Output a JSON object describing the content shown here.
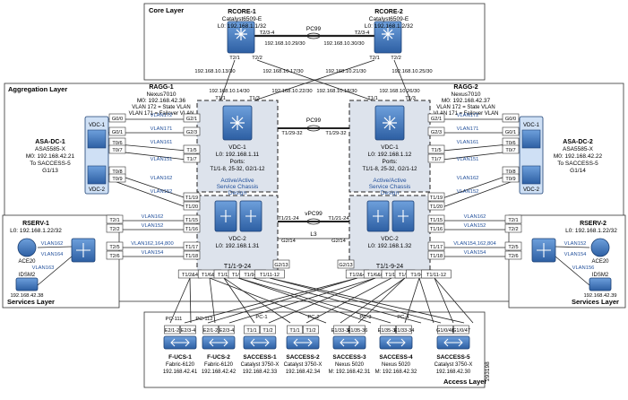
{
  "layers": {
    "core": "Core Layer",
    "aggregation": "Aggregation Layer",
    "services_left": "Services Layer",
    "services_right": "Services Layer",
    "access": "Access Layer"
  },
  "figure_id": "293198",
  "rcore1": {
    "name": "RCORE-1",
    "model": "Catalyst6509-E",
    "addr": "L0: 192.168.1.1/32"
  },
  "rcore2": {
    "name": "RCORE-2",
    "model": "Catalyst6509-E",
    "addr": "L0: 192.168.1.2/32"
  },
  "core_link": {
    "label": "PC99",
    "left_port": "T2/3-4",
    "right_port": "T2/3-4",
    "left_net": "192.168.10.29/30",
    "right_net": "192.168.10.30/30"
  },
  "core_ports": [
    "T2/1",
    "T2/2",
    "T2/1",
    "T2/2"
  ],
  "core_nets": [
    "192.168.10.13/30",
    "192.168.10.17/30",
    "192.168.10.21/30",
    "192.168.10.25/30"
  ],
  "ragg_nets": [
    "192.168.10.14/30",
    "192.168.10.22/30",
    "192.168.10.18/30",
    "192.168.10.26/30"
  ],
  "ragg_top_ports": [
    "T1/1",
    "T1/3",
    "T1/1",
    "T1/3"
  ],
  "ragg1": {
    "name": "RAGG-1",
    "model": "Nexus7010",
    "addr": "M0: 192.168.42.36",
    "vlan_state": "VLAN 172 = State VLAN",
    "vlan_failover": "VLAN 171 = Failover VLAN"
  },
  "ragg2": {
    "name": "RAGG-2",
    "model": "Nexus7010",
    "addr": "M0: 192.168.42.37",
    "vlan_state": "VLAN 172 = State VLAN",
    "vlan_failover": "VLAN 171 = Failover VLAN"
  },
  "vdc1a": {
    "name": "VDC-1",
    "addr": "L0: 192.168.1.11",
    "ports_label": "Ports:",
    "ports": "T1/1-8, 25-32, G2/1-12"
  },
  "vdc1b": {
    "name": "VDC-1",
    "addr": "L0: 192.168.1.12",
    "ports_label": "Ports:",
    "ports": "T1/1-8, 25-32, G2/1-12"
  },
  "vdc2a": {
    "name": "VDC-2",
    "addr": "L0: 192.168.1.31",
    "ports": "T1/1-9-24"
  },
  "vdc2b": {
    "name": "VDC-2",
    "addr": "L0: 192.168.1.32",
    "ports": "T1/1-9-24"
  },
  "active_design": [
    "Active/Active",
    "Service Chassis",
    "Design"
  ],
  "pc99_agg": {
    "label": "PC99",
    "left": "T1/29-32",
    "right": "T1/29-32"
  },
  "vpc99": {
    "label": "vPC99",
    "left": "T1/21-24",
    "right": "T1/21-24"
  },
  "l3": {
    "label": "L3",
    "left": "G2/14",
    "right": "G2/14"
  },
  "asa1": {
    "name": "ASA-DC-1",
    "model": "ASA5585-X",
    "addr": "M0: 192.168.42.21",
    "to": "To SACCESS-5",
    "port": "G1/13",
    "vdc1": "VDC-1",
    "vdc2": "VDC-2"
  },
  "asa2": {
    "name": "ASA-DC-2",
    "model": "ASA5585-X",
    "addr": "M0: 192.168.42.22",
    "to": "To SACCESS-5",
    "port": "G1/14",
    "vdc1": "VDC-1",
    "vdc2": "VDC-2"
  },
  "asa1_ports": [
    "G0/0",
    "G0/1",
    "T0/6",
    "T0/7",
    "T0/8",
    "T0/9"
  ],
  "ragg1_asa_ports": [
    "G2/1",
    "G2/3",
    "T1/5",
    "T1/7",
    "T1/19",
    "T1/20"
  ],
  "asa1_vlans": [
    "VLAN172",
    "VLAN171",
    "VLAN161",
    "VLAN151",
    "VLAN162",
    "VLAN152"
  ],
  "asa2_ports": [
    "G0/0",
    "G0/1",
    "T0/6",
    "T0/7",
    "T0/8",
    "T0/9"
  ],
  "ragg2_asa_ports": [
    "G2/1",
    "G2/3",
    "T1/5",
    "T1/7",
    "T1/19",
    "T1/20"
  ],
  "asa2_vlans": [
    "VLAN172",
    "VLAN171",
    "VLAN161",
    "VLAN151",
    "VLAN162",
    "VLAN152"
  ],
  "rserv1": {
    "name": "RSERV-1",
    "addr": "L0: 192.168.1.22/32",
    "ace": "ACE20",
    "ace_vlan": "VLAN163",
    "ids": "IDSM2",
    "ids_addr": "192.168.42.38"
  },
  "rserv2": {
    "name": "RSERV-2",
    "addr": "L0: 192.168.1.22/32",
    "ace": "ACE20",
    "ace_vlan": "VLAN156",
    "ids": "IDSM2",
    "ids_addr": "192.168.42.39"
  },
  "rserv1_ports": [
    "T2/1",
    "T2/2",
    "T2/5",
    "T2/6"
  ],
  "ragg1_rserv_ports": [
    "T1/15",
    "T1/16",
    "T1/17",
    "T1/18"
  ],
  "rserv1_vlans": [
    "VLAN162",
    "VLAN152",
    "VLAN162,164,800",
    "VLAN154",
    "VLAN162",
    "VLAN164"
  ],
  "rserv2_ports": [
    "T2/1",
    "T2/2",
    "T2/5",
    "T2/6"
  ],
  "ragg2_rserv_ports": [
    "T1/15",
    "T1/16",
    "T1/17",
    "T1/18"
  ],
  "rserv2_vlans": [
    "VLAN162",
    "VLAN152",
    "VLAN154,162,804",
    "VLAN154",
    "VLAN152",
    "VLAN154"
  ],
  "g213": [
    "G2/13",
    "G2/13"
  ],
  "ragg1_bottom_ports": [
    "T1/2&4",
    "T1/6&8",
    "T1/11",
    "T1/13",
    "T1/9-10",
    "T1/11-12"
  ],
  "ragg2_bottom_ports": [
    "T1/2&4",
    "T1/6&8",
    "T1/11",
    "T1/13",
    "T1/9-10",
    "T1/11-12"
  ],
  "pc_labels": [
    "PC-111",
    "PC-112",
    "PC-1",
    "PC-2",
    "PC-3",
    "PC-4"
  ],
  "access_ports": [
    [
      "E2/1-2",
      "E2/3-4"
    ],
    [
      "E2/1-2",
      "E2/3-4"
    ],
    [
      "T1/1",
      "T1/2"
    ],
    [
      "T1/1",
      "T1/2"
    ],
    [
      "E1/33-34",
      "E1/35-36"
    ],
    [
      "E1/35-36",
      "E1/33-34"
    ],
    [
      "G1/0/48",
      "G1/0/47"
    ]
  ],
  "access_devices": [
    {
      "name": "F-UCS-1",
      "model": "Fabric-6120",
      "addr": "192.168.42.41"
    },
    {
      "name": "F-UCS-2",
      "model": "Fabric-6120",
      "addr": "192.168.42.42"
    },
    {
      "name": "SACCESS-1",
      "model": "Catalyst 3750-X",
      "addr": "192.168.42.33"
    },
    {
      "name": "SACCESS-2",
      "model": "Catalyst 3750-X",
      "addr": "192.168.42.34"
    },
    {
      "name": "SACCESS-3",
      "model": "Nexus 5020",
      "addr": "M: 192.168.42.31"
    },
    {
      "name": "SACCESS-4",
      "model": "Nexus 5020",
      "addr": "M: 192.168.42.32"
    },
    {
      "name": "SACCESS-5",
      "model": "Catalyst 3750-X",
      "addr": "192.168.42.30"
    }
  ],
  "colors": {
    "device": "#3a6fb0",
    "device_light": "#cfe0f5",
    "vlan": "#1f4e9a",
    "chassis_fill": "#dde3ec",
    "line": "#222222"
  }
}
